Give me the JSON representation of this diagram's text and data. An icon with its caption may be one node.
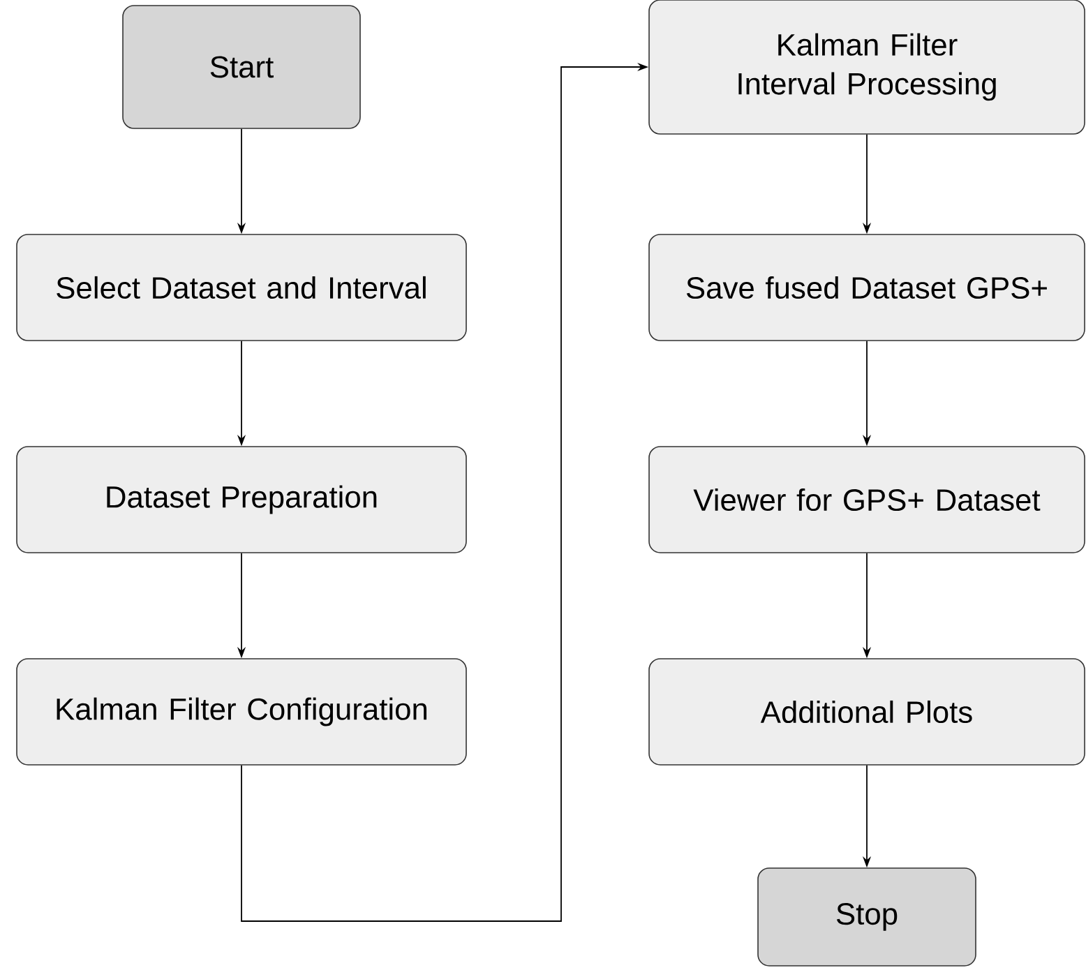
{
  "diagram": {
    "nodes": [
      {
        "text": [
          "Start"
        ]
      },
      {
        "text": [
          "Select Dataset and Interval"
        ]
      },
      {
        "text": [
          "Dataset Preparation"
        ]
      },
      {
        "text": [
          "Kalman Filter Configuration"
        ]
      },
      {
        "text": [
          "Kalman Filter Interval Processing"
        ]
      },
      {
        "text": [
          "Save fused Dataset GPS+"
        ]
      },
      {
        "text": [
          "Viewer for GPS+ Dataset"
        ]
      },
      {
        "text": [
          "Additional Plots"
        ]
      },
      {
        "text": [
          "Stop"
        ]
      }
    ],
    "edges": [
      {
        "from": 0,
        "to": 1,
        "arrow": "to"
      },
      {
        "from": 1,
        "to": 2,
        "arrow": "to"
      },
      {
        "from": 2,
        "to": 3,
        "arrow": "to"
      },
      {
        "from": 3,
        "to": 4,
        "arrow": "to"
      },
      {
        "from": 4,
        "to": 5,
        "arrow": "to"
      },
      {
        "from": 5,
        "to": 6,
        "arrow": "to"
      },
      {
        "from": 6,
        "to": 7,
        "arrow": "to"
      },
      {
        "from": 7,
        "to": 8,
        "arrow": "to"
      }
    ]
  }
}
